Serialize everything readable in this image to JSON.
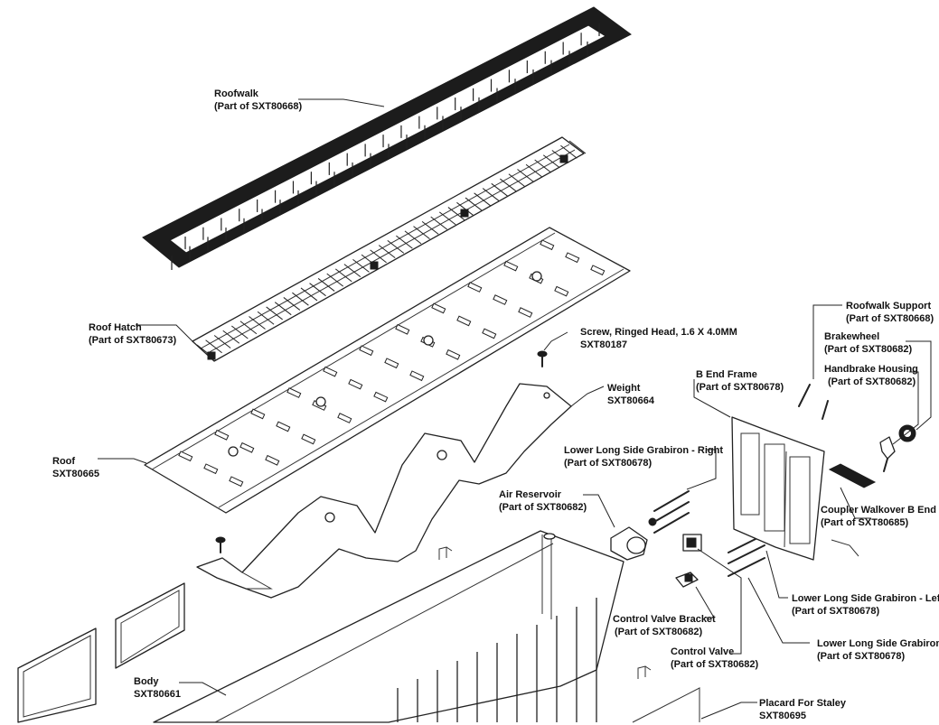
{
  "labels": {
    "roofwalk": {
      "name": "Roofwalk",
      "part": "(Part of SXT80668)"
    },
    "roof_hatch": {
      "name": "Roof Hatch",
      "part": "(Part of SXT80673)"
    },
    "screw": {
      "name": "Screw, Ringed Head, 1.6 X 4.0MM",
      "part": "SXT80187"
    },
    "weight": {
      "name": "Weight",
      "part": "SXT80664"
    },
    "roof": {
      "name": "Roof",
      "part": "SXT80665"
    },
    "roofwalk_support": {
      "name": "Roofwalk Support",
      "part": "(Part of SXT80668)"
    },
    "brakewheel": {
      "name": "Brakewheel",
      "part": "(Part of SXT80682)"
    },
    "handbrake_housing": {
      "name": "Handbrake Housing",
      "part": "(Part of SXT80682)"
    },
    "b_end_frame": {
      "name": "B End Frame",
      "part": "(Part of SXT80678)"
    },
    "lower_grabiron_right": {
      "name": "Lower Long Side Grabiron - Right",
      "part": "(Part of SXT80678)"
    },
    "air_reservoir": {
      "name": "Air Reservoir",
      "part": "(Part of SXT80682)"
    },
    "coupler_walkover": {
      "name": "Coupler Walkover B End",
      "part": "(Part of SXT80685)"
    },
    "lower_grabiron_left": {
      "name": "Lower Long Side Grabiron - Left",
      "part": "(Part of SXT80678)"
    },
    "control_valve_bracket": {
      "name": "Control Valve Bracket",
      "part": "(Part of SXT80682)"
    },
    "lower_grabiron": {
      "name": "Lower Long Side Grabiron",
      "part": "(Part of SXT80678)"
    },
    "control_valve": {
      "name": "Control Valve",
      "part": "(Part of SXT80682)"
    },
    "body": {
      "name": "Body",
      "part": "SXT80661"
    },
    "placard": {
      "name": "Placard For Staley",
      "part": "SXT80695"
    }
  }
}
